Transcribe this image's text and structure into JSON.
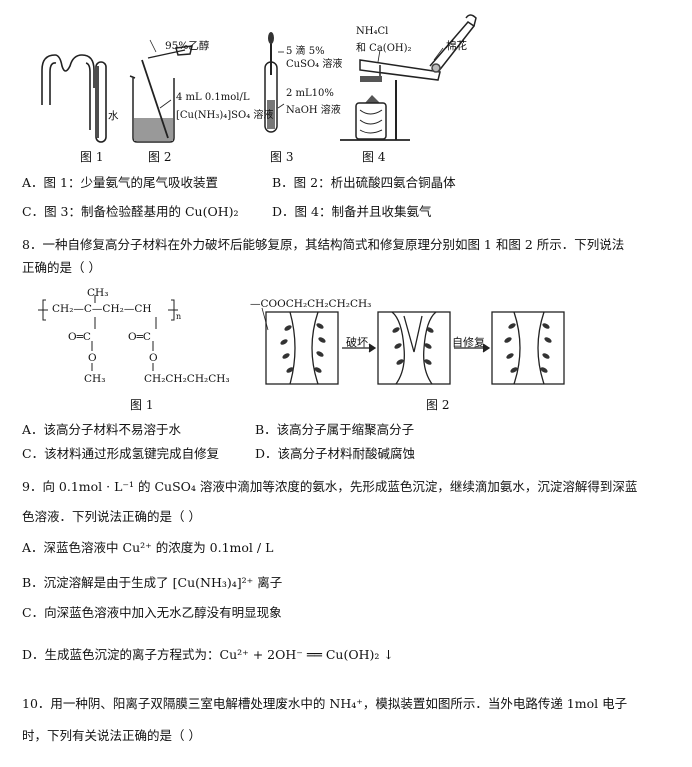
{
  "top_figs": {
    "fig2_ethanol": "95%乙醇",
    "fig2_soln_line1": "4 mL 0.1mol/L",
    "fig2_soln_line2": "[Cu(NH₃)₄]SO₄ 溶液",
    "fig1_water": "水",
    "fig3_cuso4_line1": "5 滴 5%",
    "fig3_cuso4_line2": "CuSO₄ 溶液",
    "fig3_naoh_line1": "2 mL10%",
    "fig3_naoh_line2": "NaOH 溶液",
    "fig4_reagent_line1": "NH₄Cl",
    "fig4_reagent_line2": "和 Ca(OH)₂",
    "fig4_cotton": "棉花",
    "captions": [
      "图 1",
      "图 2",
      "图 3",
      "图 4"
    ]
  },
  "q7_options": {
    "A": "A．图 1：少量氨气的尾气吸收装置",
    "B": "B．图 2：析出硫酸四氨合铜晶体",
    "C": "C．图 3：制备检验醛基用的 Cu(OH)₂",
    "D": "D．图 4：制备并且收集氨气"
  },
  "q8": {
    "stem_line1": "8．一种自修复高分子材料在外力破坏后能够复原，其结构简式和修复原理分别如图 1 和图 2 所示．下列说法",
    "stem_line2": "正确的是（      ）",
    "struct_ch3_top": "CH₃",
    "struct_chain": "CH₂—C—CH₂—CH",
    "struct_n": "n",
    "struct_o1": "O═C",
    "struct_o2": "O═C",
    "struct_O_a": "O",
    "struct_O_b": "O",
    "struct_ch3_bottom": "CH₃",
    "struct_butyl": "CH₂CH₂CH₂CH₃",
    "fig2_group": "—COOCH₂CH₂CH₂CH₃",
    "fig2_break": "破坏",
    "fig2_repair": "自修复",
    "caption1": "图 1",
    "caption2": "图 2",
    "A": "A．该高分子材料不易溶于水",
    "B": "B．该高分子属于缩聚高分子",
    "C": "C．该材料通过形成氢键完成自修复",
    "D": "D．该高分子材料耐酸碱腐蚀"
  },
  "q9": {
    "stem_line1": "9．向 0.1mol · L⁻¹ 的 CuSO₄ 溶液中滴加等浓度的氨水，先形成蓝色沉淀，继续滴加氨水，沉淀溶解得到深蓝",
    "stem_line2": "色溶液．下列说法正确的是（      ）",
    "A": "A．深蓝色溶液中 Cu²⁺ 的浓度为 0.1mol / L",
    "B": "B．沉淀溶解是由于生成了 [Cu(NH₃)₄]²⁺ 离子",
    "C": "C．向深蓝色溶液中加入无水乙醇没有明显现象",
    "D": "D．生成蓝色沉淀的离子方程式为：Cu²⁺ + 2OH⁻ ══ Cu(OH)₂ ↓"
  },
  "q10": {
    "stem_line1": "10．用一种阴、阳离子双隔膜三室电解槽处理废水中的 NH₄⁺，模拟装置如图所示．当外电路传递 1mol 电子",
    "stem_line2": "时，下列有关说法正确的是（      ）"
  }
}
